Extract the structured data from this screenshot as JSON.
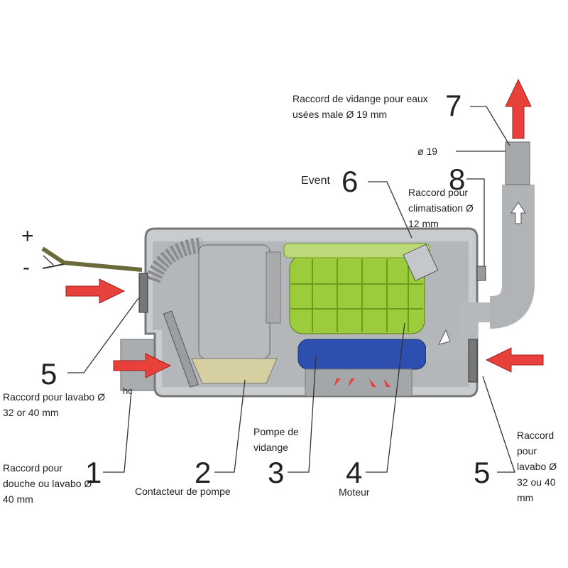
{
  "power": {
    "plus": "+",
    "minus": "-"
  },
  "labels": {
    "n1": "1",
    "l1": "Raccord pour douche ou lavabo Ø 40 mm",
    "n2": "2",
    "l2": "Contacteur de pompe",
    "n3": "3",
    "l3": "Pompe de vidange",
    "n4": "4",
    "l4": "Moteur",
    "n5a": "5",
    "l5a": "Raccord pour lavabo Ø 32 or 40 mm",
    "n5b": "5",
    "l5b": "Raccord pour lavabo Ø 32 ou 40 mm",
    "n6": "6",
    "l6": "Event",
    "n7": "7",
    "l7": "Raccord de vidange pour eaux usées male Ø 19 mm",
    "n8": "8",
    "l8": "Raccord pour climatisation Ø 12 mm",
    "d19": "ø  19",
    "stray": "hc"
  },
  "colors": {
    "arrow": "#e8403a",
    "housing": "#c9ccce",
    "filter": "#9ccc3c",
    "pump": "#2d4fb0"
  }
}
